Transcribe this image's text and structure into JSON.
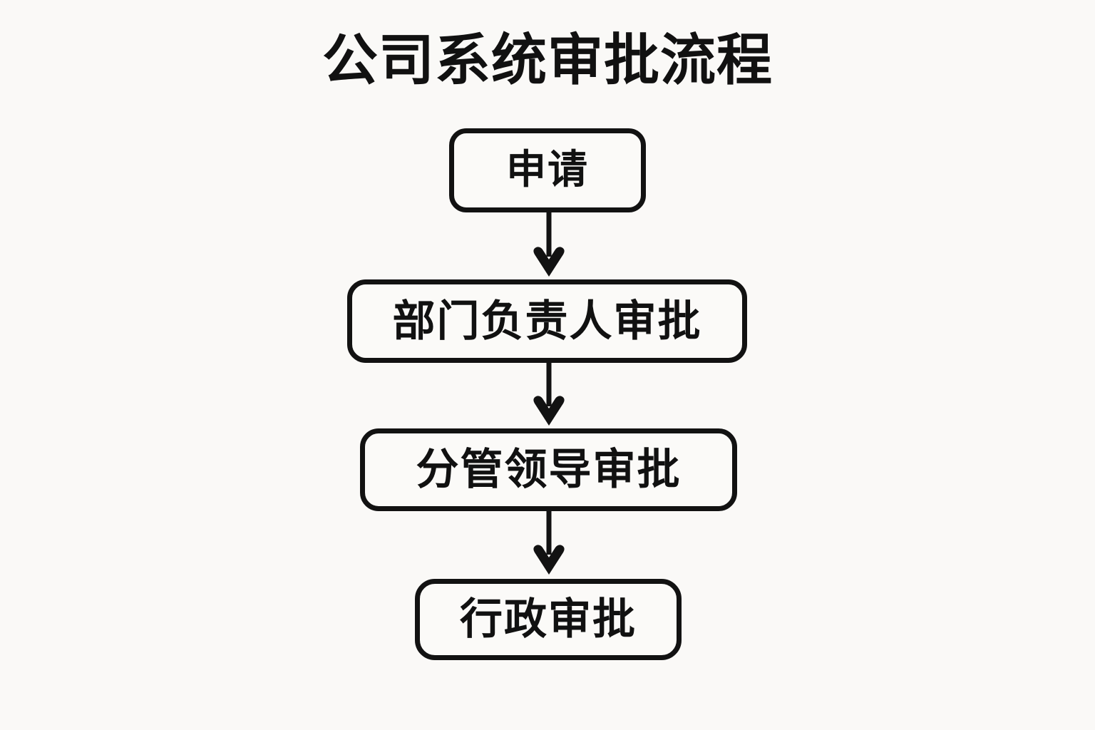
{
  "document": {
    "background_color": "#faf9f7",
    "ink_color": "#111111"
  },
  "title": "公司系统审批流程",
  "flow": {
    "orientation": "vertical-top-down",
    "nodes": [
      {
        "id": "apply",
        "label": "申请"
      },
      {
        "id": "dept-head",
        "label": "部门负责人审批"
      },
      {
        "id": "division-leader",
        "label": "分管领导审批"
      },
      {
        "id": "administrative",
        "label": "行政审批"
      }
    ],
    "connectors": [
      {
        "from": "apply",
        "to": "dept-head",
        "style": "arrow-down"
      },
      {
        "from": "dept-head",
        "to": "division-leader",
        "style": "arrow-down"
      },
      {
        "from": "division-leader",
        "to": "administrative",
        "style": "arrow-down"
      }
    ]
  }
}
